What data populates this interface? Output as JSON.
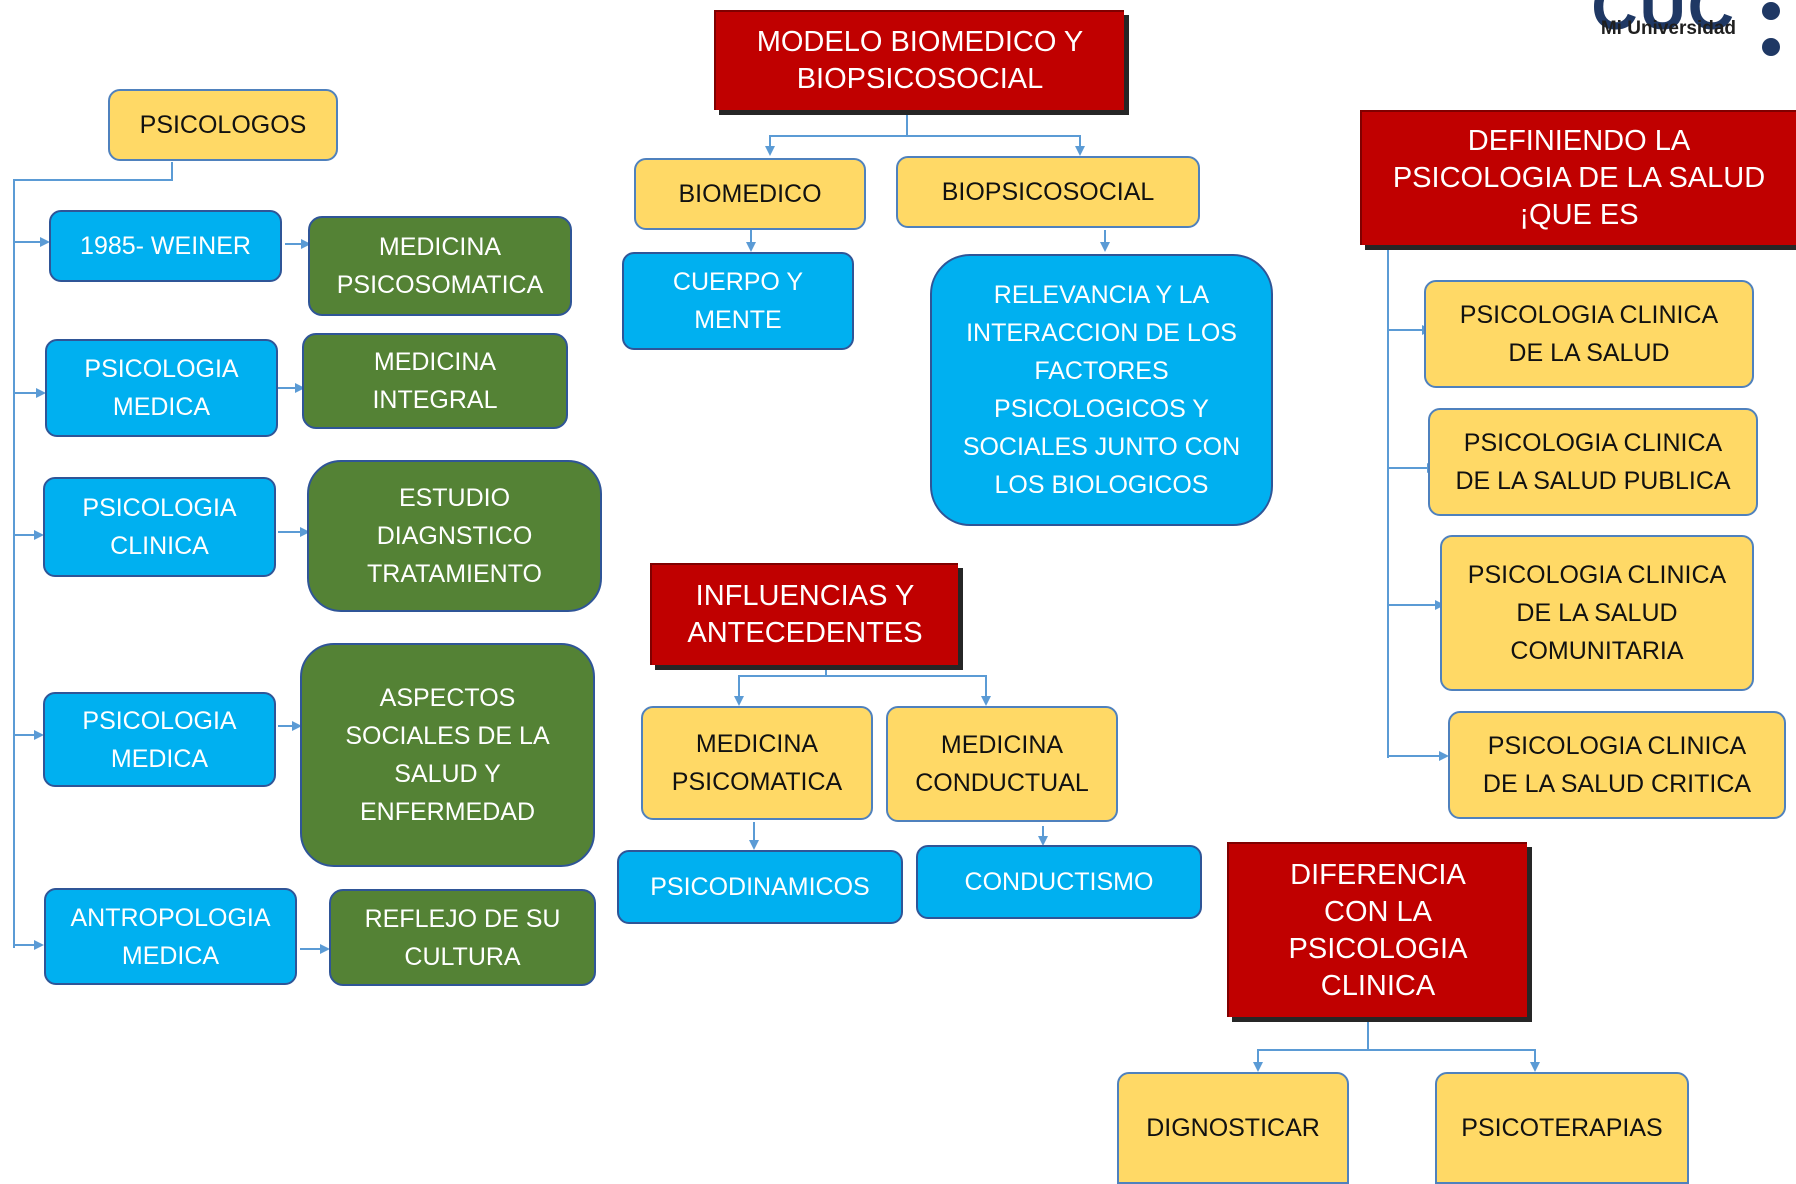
{
  "logo": {
    "mark": "CUC",
    "subtitle": "Mi Universidad"
  },
  "headers": {
    "modelo": "MODELO BIOMEDICO Y\nBIOPSICOSOCIAL",
    "definiendo": "DEFINIENDO LA\nPSICOLOGIA DE LA SALUD\n¡QUE ES",
    "influencias": "INFLUENCIAS Y\nANTECEDENTES",
    "diferencia": "DIFERENCIA\nCON LA\nPSICOLOGIA\nCLINICA"
  },
  "psicologos": {
    "title": "PSICOLOGOS",
    "rows": [
      {
        "left": "1985- WEINER",
        "right": "MEDICINA\nPSICOSOMATICA"
      },
      {
        "left": "PSICOLOGIA\nMEDICA",
        "right": "MEDICINA\nINTEGRAL"
      },
      {
        "left": "PSICOLOGIA\nCLINICA",
        "right": "ESTUDIO\nDIAGNSTICO\nTRATAMIENTO"
      },
      {
        "left": "PSICOLOGIA\nMEDICA",
        "right": "ASPECTOS\nSOCIALES DE LA\nSALUD Y\nENFERMEDAD"
      },
      {
        "left": "ANTROPOLOGIA\nMEDICA",
        "right": "REFLEJO DE SU\nCULTURA"
      }
    ]
  },
  "modelo": {
    "biomedico": "BIOMEDICO",
    "biopsicosocial": "BIOPSICOSOCIAL",
    "cuerpo": "CUERPO Y\nMENTE",
    "relevancia": "RELEVANCIA Y LA\nINTERACCION DE LOS\nFACTORES\nPSICOLOGICOS Y\nSOCIALES JUNTO CON\nLOS BIOLOGICOS"
  },
  "influencias": {
    "psicomatica": "MEDICINA\nPSICOMATICA",
    "conductual": "MEDICINA\nCONDUCTUAL",
    "psicodinamicos": "PSICODINAMICOS",
    "conductismo": "CONDUCTISMO"
  },
  "definiendo": {
    "items": [
      "PSICOLOGIA CLINICA\nDE LA SALUD",
      "PSICOLOGIA CLINICA\nDE LA SALUD PUBLICA",
      "PSICOLOGIA CLINICA\nDE LA SALUD\nCOMUNITARIA",
      "PSICOLOGIA CLINICA\nDE LA SALUD CRITICA"
    ]
  },
  "diferencia": {
    "dignosticar": "DIGNOSTICAR",
    "psicoterapias": "PSICOTERAPIAS"
  },
  "colors": {
    "yellow": "#ffd966",
    "blue": "#00b0f0",
    "green": "#548235",
    "red": "#c00000",
    "connector": "#5b9bd5"
  }
}
